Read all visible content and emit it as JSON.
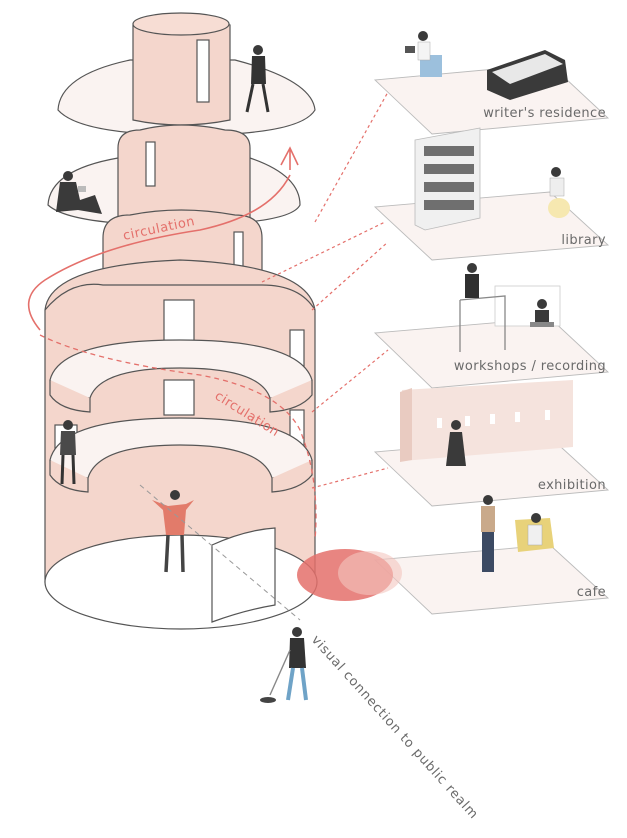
{
  "labels": {
    "writers_residence": "writer's residence",
    "library": "library",
    "workshops": "workshops / recording",
    "exhibition": "exhibition",
    "cafe": "cafe",
    "circulation_upper": "circulation",
    "circulation_lower": "circulation",
    "visual_connection": "visual connection to public realm"
  },
  "colors": {
    "tower_fill": "#f4d6cc",
    "tower_fill_dark": "#eec3b6",
    "disc_fill": "#faf3f1",
    "platform_fill": "#faf3f1",
    "outline": "#555555",
    "accent": "#e4706b",
    "label_text": "#6a6a6a"
  }
}
